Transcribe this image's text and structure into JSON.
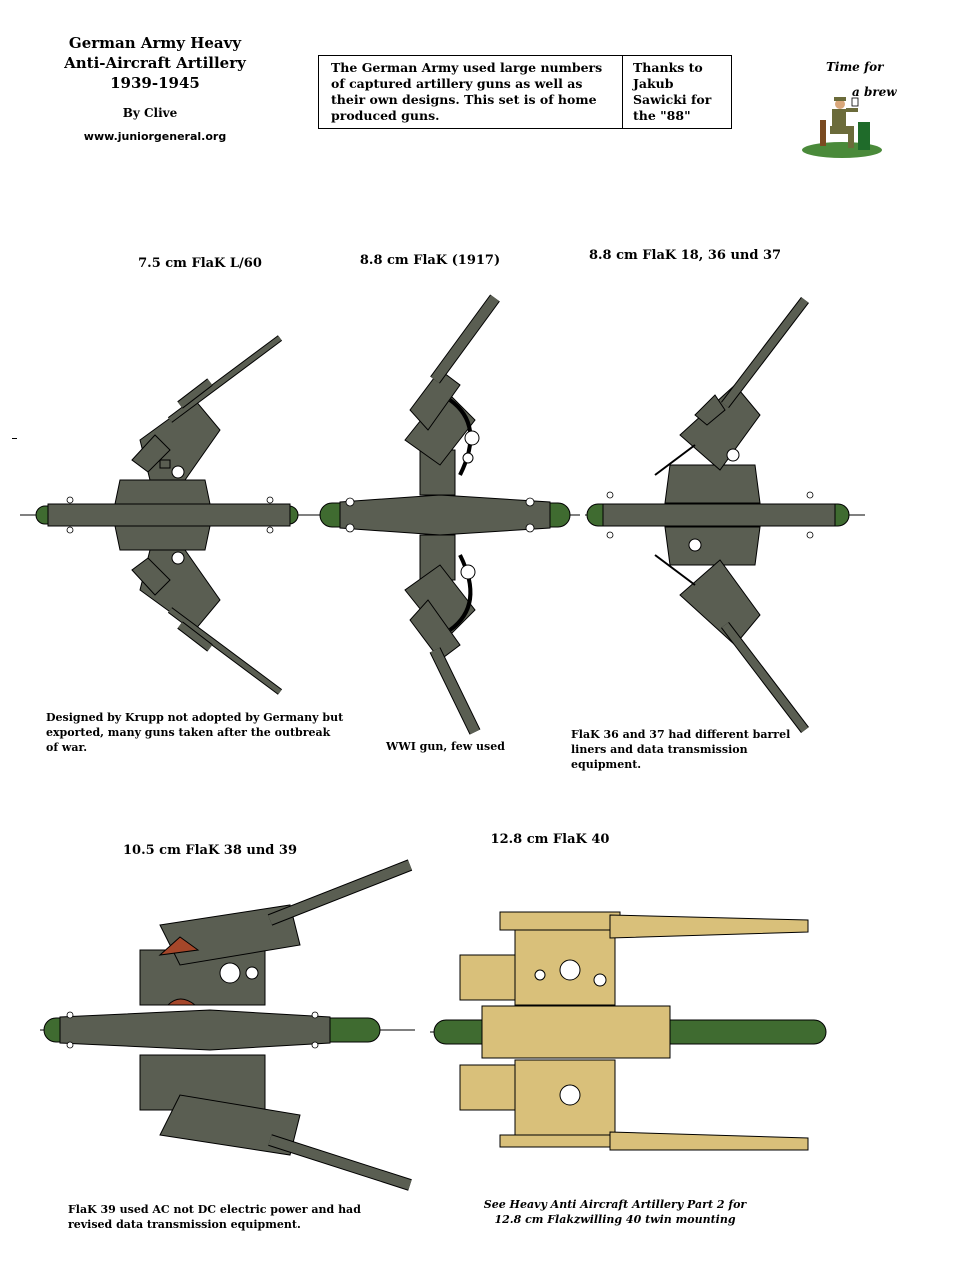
{
  "header": {
    "title_lines": [
      "German Army Heavy",
      "Anti-Aircraft Artillery",
      "1939-1945"
    ],
    "byline": "By Clive",
    "website": "www.juniorgeneral.org"
  },
  "infobox": {
    "main_text": "The German Army used large numbers of captured artillery guns as well as their own designs. This set is of home produced guns.",
    "thanks_text": "Thanks to Jakub Sawicki for the \"88\""
  },
  "logo": {
    "line1": "Time for",
    "line2": "a brew"
  },
  "guns": [
    {
      "label": "7.5 cm FlaK L/60",
      "note": "Designed by Krupp not adopted by Germany but exported, many guns taken after the outbreak of war."
    },
    {
      "label": "8.8 cm FlaK (1917)",
      "note": "WWI gun, few used"
    },
    {
      "label": "8.8 cm FlaK 18, 36 und 37",
      "note": "FlaK 36 and 37 had different barrel liners and data transmission equipment."
    },
    {
      "label": "10.5 cm FlaK 38 und 39",
      "note": "FlaK 39 used AC not DC electric power and had revised data transmission equipment."
    },
    {
      "label": "12.8 cm FlaK 40",
      "note": "See Heavy Anti Aircraft Artillery Part 2 for 12.8 cm Flakzwilling 40 twin mounting"
    }
  ],
  "colors": {
    "gun_grey": "#5a5e52",
    "gun_grey_dark": "#3f433a",
    "base_green": "#3f6b30",
    "yellow_gun": "#d9c07a",
    "rust": "#a5472a"
  }
}
